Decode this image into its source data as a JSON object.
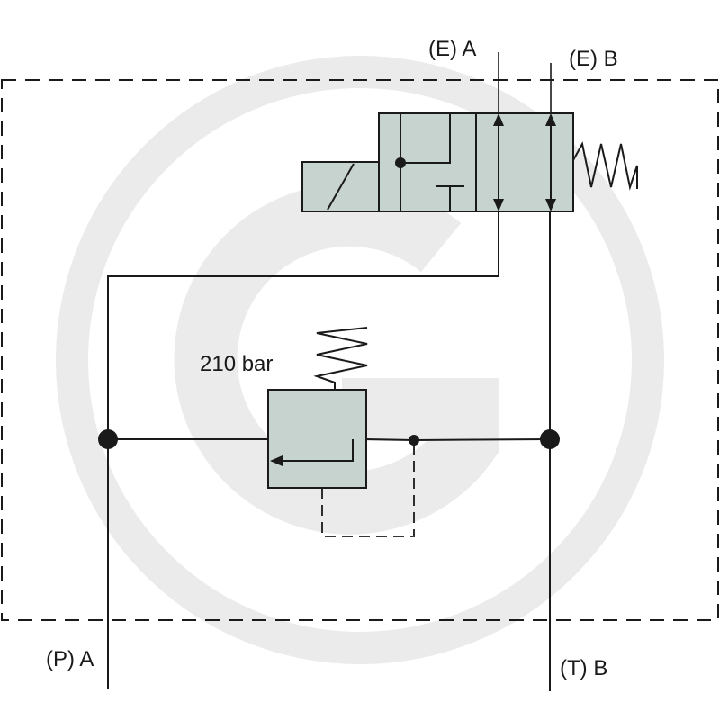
{
  "labels": {
    "port_e_a": "(E) A",
    "port_e_b": "(E) B",
    "port_p_a": "(P) A",
    "port_t_b": "(T) B",
    "relief_pressure": "210 bar"
  },
  "colors": {
    "valve_fill": "#c7d3cf",
    "line": "#1a1a1a",
    "watermark": "#ebebeb"
  },
  "watermark": {
    "type": "circled-G logo"
  }
}
